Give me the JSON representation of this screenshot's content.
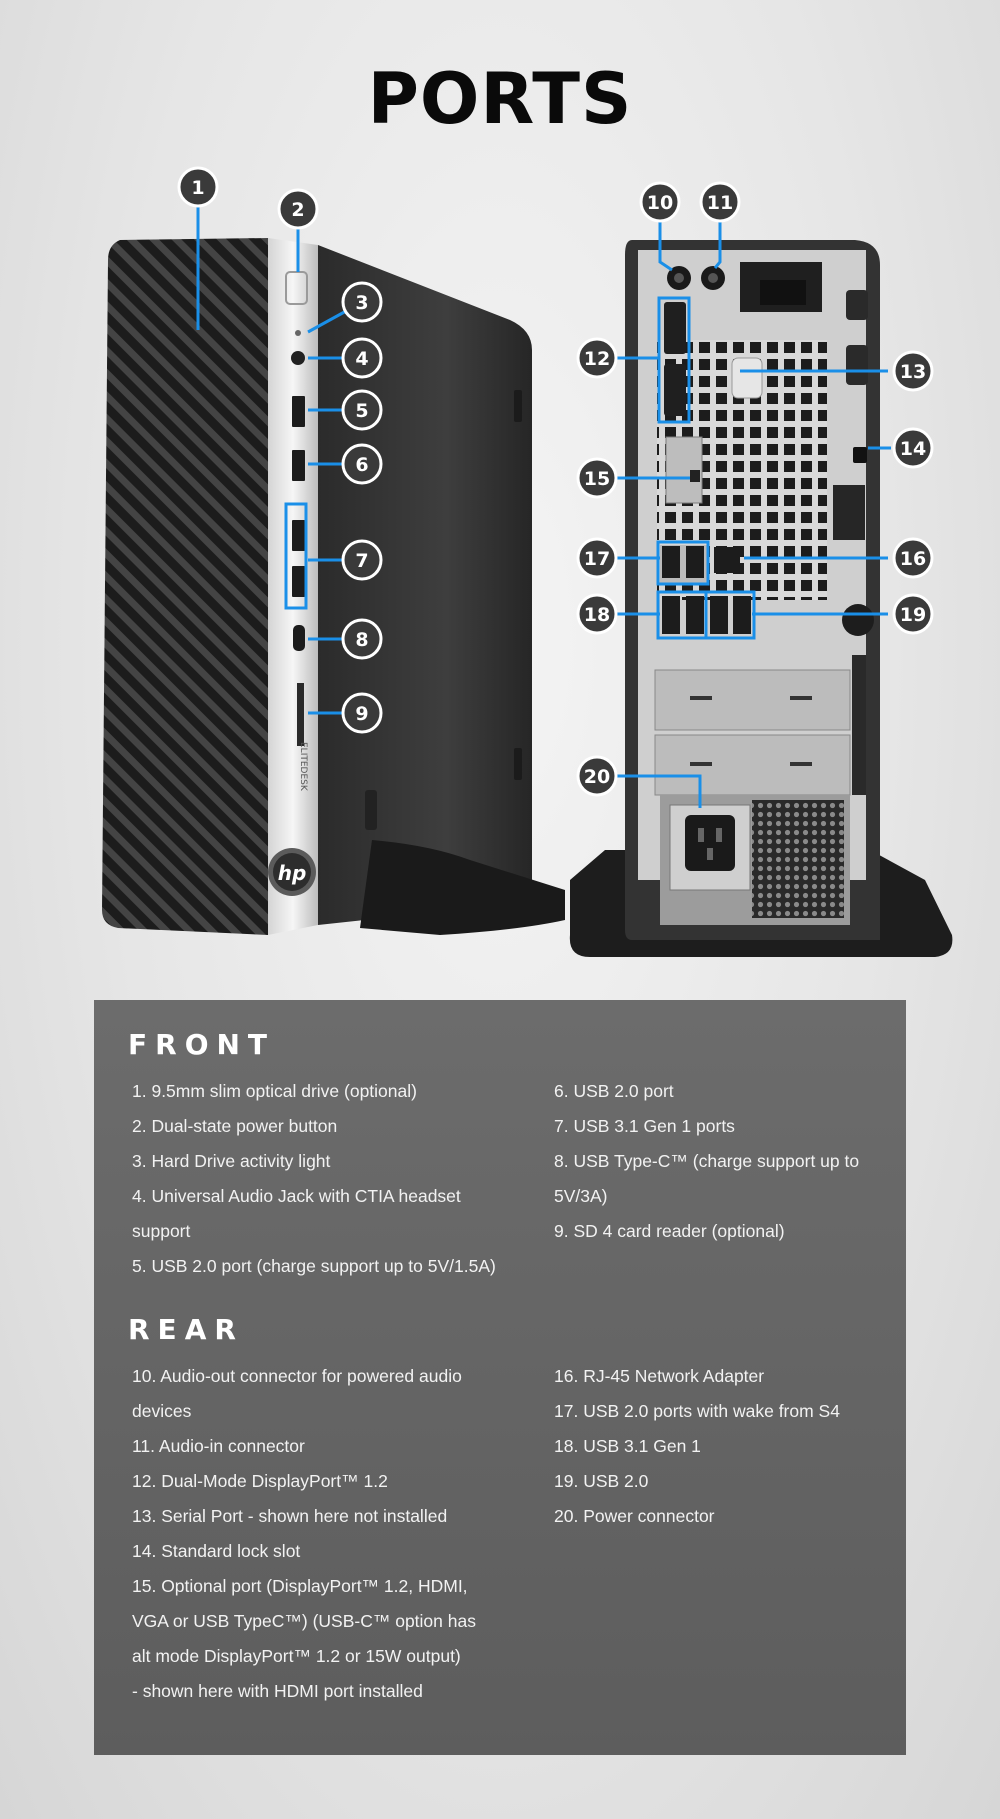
{
  "title": "PORTS",
  "logo_mark": "hp",
  "model_mark": "ELITEDESK",
  "callouts": [
    "1",
    "2",
    "3",
    "4",
    "5",
    "6",
    "7",
    "8",
    "9",
    "10",
    "11",
    "12",
    "13",
    "14",
    "15",
    "16",
    "17",
    "18",
    "19",
    "20"
  ],
  "front": {
    "heading": "FRONT",
    "left": [
      "1.  9.5mm slim optical drive (optional)",
      "2.  Dual-state power button",
      "3.  Hard Drive activity light",
      "4.  Universal Audio Jack with CTIA headset",
      "support",
      "5.  USB 2.0 port (charge support up to 5V/1.5A)"
    ],
    "right": [
      "6.  USB 2.0 port",
      "7.  USB 3.1 Gen 1 ports",
      "8.  USB Type-C™ (charge support up to",
      "5V/3A)",
      "9.  SD 4 card reader (optional)"
    ]
  },
  "rear": {
    "heading": "REAR",
    "left": [
      "10.  Audio-out connector for powered audio",
      "devices",
      "11.  Audio-in connector",
      "12.  Dual-Mode DisplayPort™ 1.2",
      "13.  Serial Port - shown here not installed",
      "14.  Standard lock slot",
      "15.  Optional port (DisplayPort™ 1.2, HDMI,",
      "VGA or USB TypeC™) (USB-C™ option has",
      "alt mode DisplayPort™ 1.2 or 15W output)",
      "- shown here with HDMI port installed"
    ],
    "right": [
      "16.  RJ-45 Network Adapter",
      "17.  USB 2.0 ports with wake from S4",
      "18.  USB 3.1 Gen 1",
      "19.  USB 2.0",
      "20.  Power connector"
    ]
  },
  "colors": {
    "accent": "#1a8fe8",
    "callout_fill": "#3a3a3a",
    "panel": "#646464"
  }
}
